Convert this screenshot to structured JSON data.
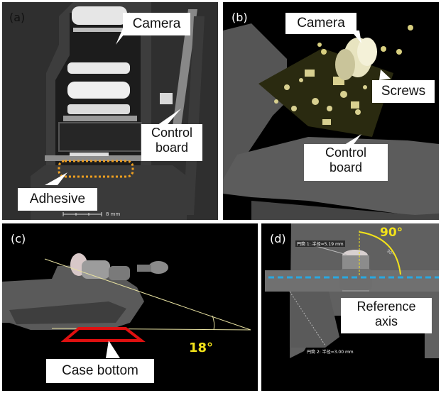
{
  "panels": {
    "a": {
      "label": "(a)",
      "callouts": {
        "camera": "Camera",
        "control_board_1": "Control",
        "control_board_2": "board",
        "adhesive": "Adhesive"
      },
      "scale_bar": "8 mm",
      "colors": {
        "adhesive_outline": "#f0a020"
      }
    },
    "b": {
      "label": "(b)",
      "callouts": {
        "camera": "Camera",
        "screws": "Screws",
        "control_board_1": "Control",
        "control_board_2": "board"
      }
    },
    "c": {
      "label": "(c)",
      "angle": "18°",
      "callouts": {
        "case_bottom": "Case bottom"
      },
      "colors": {
        "case_outline": "#e01010",
        "angle": "#f2e21a"
      }
    },
    "d": {
      "label": "(d)",
      "angle": "90°",
      "angle_sub": "90°",
      "measure_top": "円筒 1: 半径=5.19 mm",
      "measure_bottom": "円筒 2: 半径=3.00 mm",
      "callouts": {
        "reference_1": "Reference",
        "reference_2": "axis"
      },
      "colors": {
        "axis_line": "#2aa8e0",
        "angle": "#f2e21a"
      }
    }
  }
}
